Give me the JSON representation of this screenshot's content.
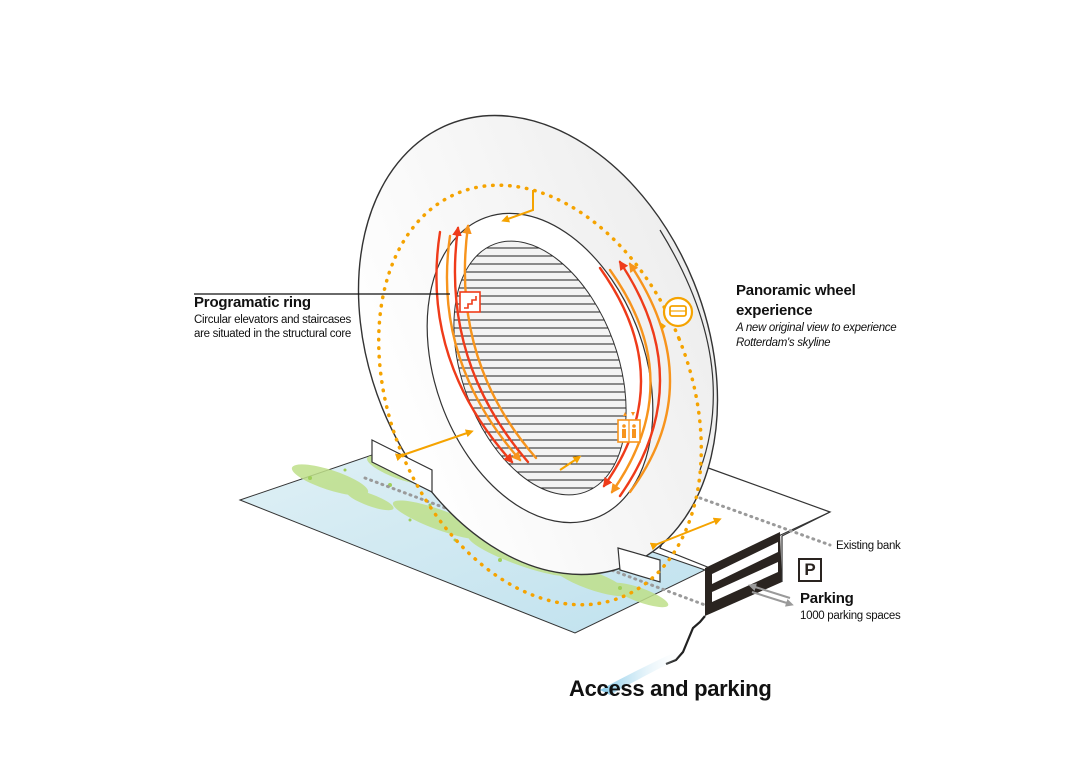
{
  "labels": {
    "programatic_ring": {
      "title": "Programatic ring",
      "line1": "Circular elevators and staircases",
      "line2": "are situated in the structural core"
    },
    "panoramic_wheel": {
      "title_line1": "Panoramic wheel",
      "title_line2": "experience",
      "line1": "A new original view to experience",
      "line2": "Rotterdam's skyline"
    },
    "existing_bank": "Existing bank",
    "parking_badge": "P",
    "parking": {
      "title": "Parking",
      "line1": "1000 parking spaces"
    },
    "access_parking": "Access and parking"
  },
  "colors": {
    "orange": "#f5a300",
    "arrow_red": "#ef3b1a",
    "arrow_orange": "#f7941d",
    "water": "#cfe8f0",
    "greenery": "#bfe08a",
    "outline": "#333333",
    "dotted_grey": "#9a9a9a",
    "parking_dark": "#2a2420"
  },
  "icons": {
    "stairs": "stairs-icon",
    "elevator": "elevator-icon",
    "panoramic": "panoramic-wheel-icon",
    "parking": "parking-sign-icon"
  }
}
